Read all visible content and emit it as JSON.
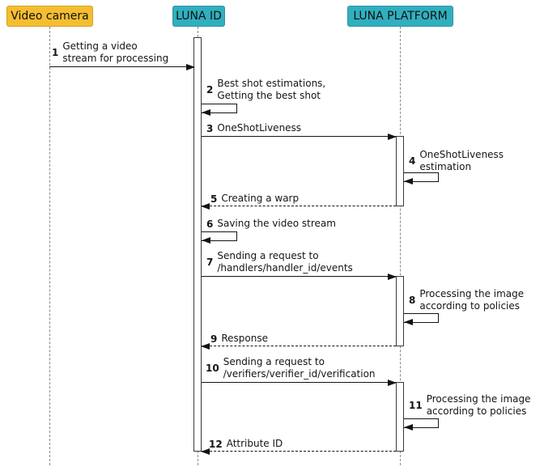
{
  "diagram": {
    "type": "sequence-diagram",
    "background": "#ffffff",
    "colors": {
      "participant_camera_fill": "#f5be31",
      "participant_luna_fill": "#31afbf",
      "lifeline": "#8a8a8a",
      "activation_fill": "#ffffff",
      "activation_border": "#3a3a3a",
      "arrow": "#141414",
      "text": "#141414"
    },
    "participants": [
      {
        "id": "video-camera",
        "label": "Video camera"
      },
      {
        "id": "luna-id",
        "label": "LUNA ID"
      },
      {
        "id": "luna-platform",
        "label": "LUNA PLATFORM"
      }
    ],
    "messages": [
      {
        "num": "1",
        "from": "Video camera",
        "to": "LUNA ID",
        "arrow": "solid",
        "line1": "Getting a video",
        "line2": "stream for processing"
      },
      {
        "num": "2",
        "from": "LUNA ID",
        "to": "LUNA ID",
        "arrow": "self",
        "line1": "Best shot estimations,",
        "line2": "Getting the best shot"
      },
      {
        "num": "3",
        "from": "LUNA ID",
        "to": "LUNA PLATFORM",
        "arrow": "solid",
        "line1": "OneShotLiveness"
      },
      {
        "num": "4",
        "from": "LUNA PLATFORM",
        "to": "LUNA PLATFORM",
        "arrow": "self",
        "line1": "OneShotLiveness",
        "line2": "estimation"
      },
      {
        "num": "5",
        "from": "LUNA PLATFORM",
        "to": "LUNA ID",
        "arrow": "dashed",
        "line1": "Creating a warp"
      },
      {
        "num": "6",
        "from": "LUNA ID",
        "to": "LUNA ID",
        "arrow": "self",
        "line1": "Saving the video stream"
      },
      {
        "num": "7",
        "from": "LUNA ID",
        "to": "LUNA PLATFORM",
        "arrow": "solid",
        "line1": "Sending a request to",
        "line2": "/handlers/handler_id/events"
      },
      {
        "num": "8",
        "from": "LUNA PLATFORM",
        "to": "LUNA PLATFORM",
        "arrow": "self",
        "line1": "Processing the image",
        "line2": "according to policies"
      },
      {
        "num": "9",
        "from": "LUNA PLATFORM",
        "to": "LUNA ID",
        "arrow": "dashed",
        "line1": "Response"
      },
      {
        "num": "10",
        "from": "LUNA ID",
        "to": "LUNA PLATFORM",
        "arrow": "solid",
        "line1": "Sending a request to",
        "line2": "/verifiers/verifier_id/verification"
      },
      {
        "num": "11",
        "from": "LUNA PLATFORM",
        "to": "LUNA PLATFORM",
        "arrow": "self",
        "line1": "Processing the image",
        "line2": "according to policies"
      },
      {
        "num": "12",
        "from": "LUNA PLATFORM",
        "to": "LUNA ID",
        "arrow": "dashed",
        "line1": "Attribute ID"
      }
    ]
  }
}
